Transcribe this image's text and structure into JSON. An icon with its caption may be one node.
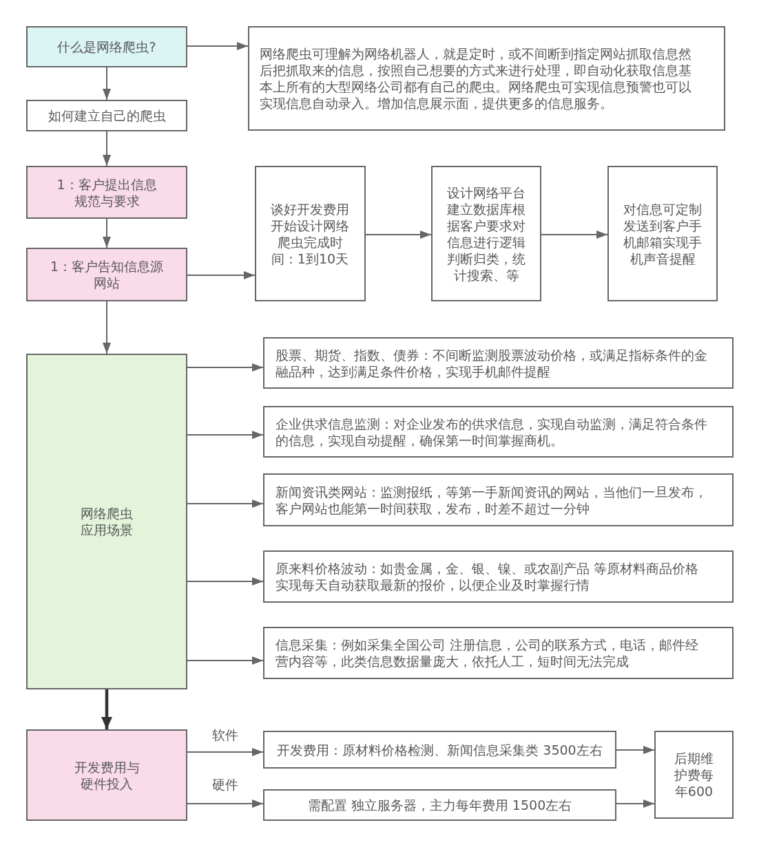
{
  "diagram": {
    "nodes": [
      {
        "text": [
          "什么是网络爬虫?"
        ]
      },
      {
        "text": [
          "网络爬虫可理解为网络机器人，就是定时，或不间断到指定网站抓取信息然后把抓取来的信息，按照自己想要的方式来进行处理，即自动化获取信息基本上所有的大型网络公司都有自己的爬虫。网络爬虫可实现信息预警也可以实现信息自动录入。增加信息展示面，提供更多的信息服务。"
        ]
      },
      {
        "text": [
          "如何建立自己的爬虫"
        ]
      },
      {
        "text": [
          "1：客户提出信息规范与要求"
        ]
      },
      {
        "text": [
          "1：客户告知信息源网站"
        ]
      },
      {
        "text": [
          "谈好开发费用开始设计网络爬虫完成时间：1到10天"
        ]
      },
      {
        "text": [
          "设计网络平台建立数据库根据客户要求对信息进行逻辑判断归类，统计搜索、等"
        ]
      },
      {
        "text": [
          "对信息可定制发送到客户手机邮箱实现手机声音提醒"
        ]
      },
      {
        "text": [
          "网络爬虫应用场景"
        ]
      },
      {
        "text": [
          "股票、期货、指数、债券：不间断监测股票波动价格，或满足指标条件的金融品种，达到满足条件价格，实现手机邮件提醒"
        ]
      },
      {
        "text": [
          "企业供求信息监测：对企业发布的供求信息，实现自动监测，满足符合条件的信息，实现自动提醒，确保第一时间掌握商机。"
        ]
      },
      {
        "text": [
          "新闻资讯类网站：监测报纸，等第一手新闻资讯的网站，当他们一旦发布，客户网站也能第一时间获取，发布，时差不超过一分钟"
        ]
      },
      {
        "text": [
          "原来料价格波动：如贵金属，金、银、镍、或农副产品 等原材料商品价格实现每天自动获取最新的报价，以便企业及时掌握行情"
        ]
      },
      {
        "text": [
          "信息采集：例如采集全国公司 注册信息，公司的联系方式，电话，邮件经营内容等，此类信息数据量庞大，依托人工，短时间无法完成"
        ]
      },
      {
        "text": [
          "开发费用与硬件投入"
        ]
      },
      {
        "text": [
          "开发费用：原材料价格检测、新闻信息采集类 3500左右"
        ]
      },
      {
        "text": [
          "需配置 独立服务器，主力每年费用 1500左右"
        ]
      },
      {
        "text": [
          "后期维护费每年600"
        ]
      }
    ],
    "edges": [
      {
        "from": 0,
        "to": 1,
        "arrow": "to"
      },
      {
        "from": 0,
        "to": 2,
        "arrow": "to"
      },
      {
        "from": 2,
        "to": 3,
        "arrow": "to"
      },
      {
        "from": 3,
        "to": 4,
        "arrow": "to"
      },
      {
        "from": 4,
        "to": 5,
        "arrow": "to"
      },
      {
        "from": 5,
        "to": 6,
        "arrow": "to"
      },
      {
        "from": 6,
        "to": 7,
        "arrow": "to"
      },
      {
        "from": 4,
        "to": 8,
        "arrow": "to"
      },
      {
        "from": 8,
        "to": 9,
        "arrow": "to"
      },
      {
        "from": 8,
        "to": 10,
        "arrow": "to"
      },
      {
        "from": 8,
        "to": 11,
        "arrow": "to"
      },
      {
        "from": 8,
        "to": 12,
        "arrow": "to"
      },
      {
        "from": 8,
        "to": 13,
        "arrow": "to"
      },
      {
        "from": 8,
        "to": 14,
        "arrow": "to",
        "style": "thick",
        "color": "#333333"
      },
      {
        "from": 14,
        "to": 15,
        "arrow": "to",
        "label": "软件"
      },
      {
        "from": 14,
        "to": 16,
        "arrow": "to",
        "label": "硬件"
      },
      {
        "from": 15,
        "to": 17,
        "arrow": "to"
      },
      {
        "from": 16,
        "to": 17,
        "arrow": "to"
      }
    ]
  }
}
